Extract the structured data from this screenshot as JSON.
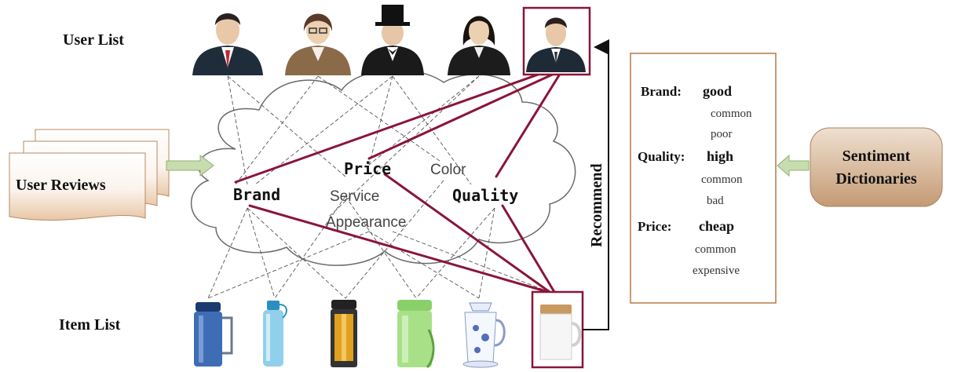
{
  "labels": {
    "user_list": "User List",
    "item_list": "Item List",
    "user_reviews": "User Reviews",
    "recommend": "Recommend",
    "sentiment_line1": "Sentiment",
    "sentiment_line2": "Dictionaries"
  },
  "aspects": {
    "brand": "Brand",
    "price": "Price",
    "color": "Color",
    "service": "Service",
    "quality": "Quality",
    "appearance": "Appearance"
  },
  "dictionary": [
    {
      "key": "Brand:",
      "values": [
        "good",
        "common",
        "poor"
      ]
    },
    {
      "key": "Quality:",
      "values": [
        "high",
        "common",
        "bad"
      ]
    },
    {
      "key": "Price:",
      "values": [
        "cheap",
        "common",
        "expensive"
      ]
    }
  ],
  "colors": {
    "highlight": "#8a1538",
    "thin_line": "#555555",
    "arrow_green": "#9bbf7a",
    "sentiment_fill": "#c9a98a",
    "review_fill": "#c58a5c",
    "dict_border": "#b57a45"
  },
  "icons": {
    "users": [
      "man-suit-icon",
      "woman-glasses-icon",
      "man-tophat-icon",
      "woman-icon",
      "man-suit-icon"
    ],
    "items": [
      "thermos-bottle-icon",
      "water-bottle-icon",
      "tea-infuser-icon",
      "sport-bottle-icon",
      "porcelain-mug-icon",
      "wooden-lid-mug-icon"
    ]
  }
}
